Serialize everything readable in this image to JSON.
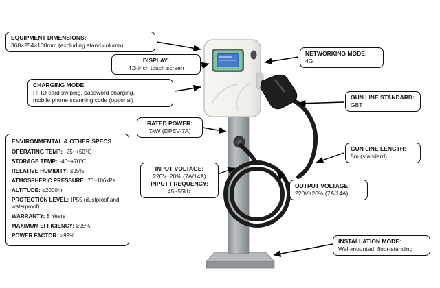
{
  "callouts": {
    "equipment_dimensions": {
      "title": "EQUIPMENT DIMENSIONS:",
      "line1": "368×254×100mm (excluding stand column)"
    },
    "display": {
      "title": "DISPLAY:",
      "line1": "4.3-inch touch screen"
    },
    "charging_mode": {
      "title": "CHARGING MODE:",
      "line1": "RFID card swiping, password charging,",
      "line2": "mobile phone scanning code (optional)"
    },
    "rated_power": {
      "title": "RATED POWER:",
      "line1": "7kW (DPEV-7A)"
    },
    "input_voltage": {
      "title": "INPUT VOLTAGE:",
      "line1": "220V±20% (7A/14A)",
      "title2": "INPUT FREQUENCY:",
      "line2": "45~55Hz"
    },
    "networking_mode": {
      "title": "NETWORKING MODE:",
      "line1": "4G"
    },
    "gun_line_standard": {
      "title": "GUN LINE STANDARD:",
      "line1": "GBT"
    },
    "gun_line_length": {
      "title": "GUN LINE LENGTH:",
      "line1": "5m (standard)"
    },
    "output_voltage": {
      "title": "OUTPUT VOLTAGE:",
      "line1": "220V±20% (7A/14A)"
    },
    "installation_mode": {
      "title": "INSTALLATION MODE:",
      "line1": "Wall-mounted, floor-standing"
    }
  },
  "specs_panel": {
    "title": "ENVIRONMENTAL & OTHER SPECS",
    "items": [
      {
        "label": "OPERATING TEMP:",
        "value": "-25~+50℃"
      },
      {
        "label": "STORAGE TEMP:",
        "value": "-40~+70℃"
      },
      {
        "label": "RELATIVE HUMIDITY:",
        "value": "≤95%"
      },
      {
        "label": "ATMOSPHERIC PRESSURE:",
        "value": "70~106kPa"
      },
      {
        "label": "ALTITUDE:",
        "value": "≤2000m"
      },
      {
        "label": "PROTECTION LEVEL:",
        "value": "IP55 (dustproof and waterproof)"
      },
      {
        "label": "WARRANTY:",
        "value": "5 Years"
      },
      {
        "label": "MAXIMUM EFFICIENCY:",
        "value": "≥95%"
      },
      {
        "label": "POWER FACTOR:",
        "value": "≥99%"
      }
    ]
  },
  "colors": {
    "box_border": "#111111",
    "screen_green": "#7cc9a0",
    "screen_blue": "#4a7ad0",
    "pole_gray": "#9aa0a3",
    "cable_black": "#1c1c1c"
  }
}
